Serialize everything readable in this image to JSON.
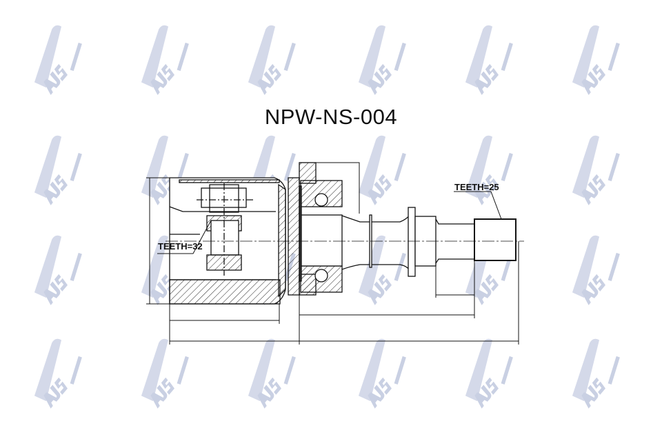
{
  "title": "NPW-NS-004",
  "watermark": {
    "text": "AJS PARTS",
    "color": "#c9d0e3"
  },
  "labels": {
    "teeth_inner": "TEETH=32",
    "teeth_outer": "TEETH=25"
  }
}
